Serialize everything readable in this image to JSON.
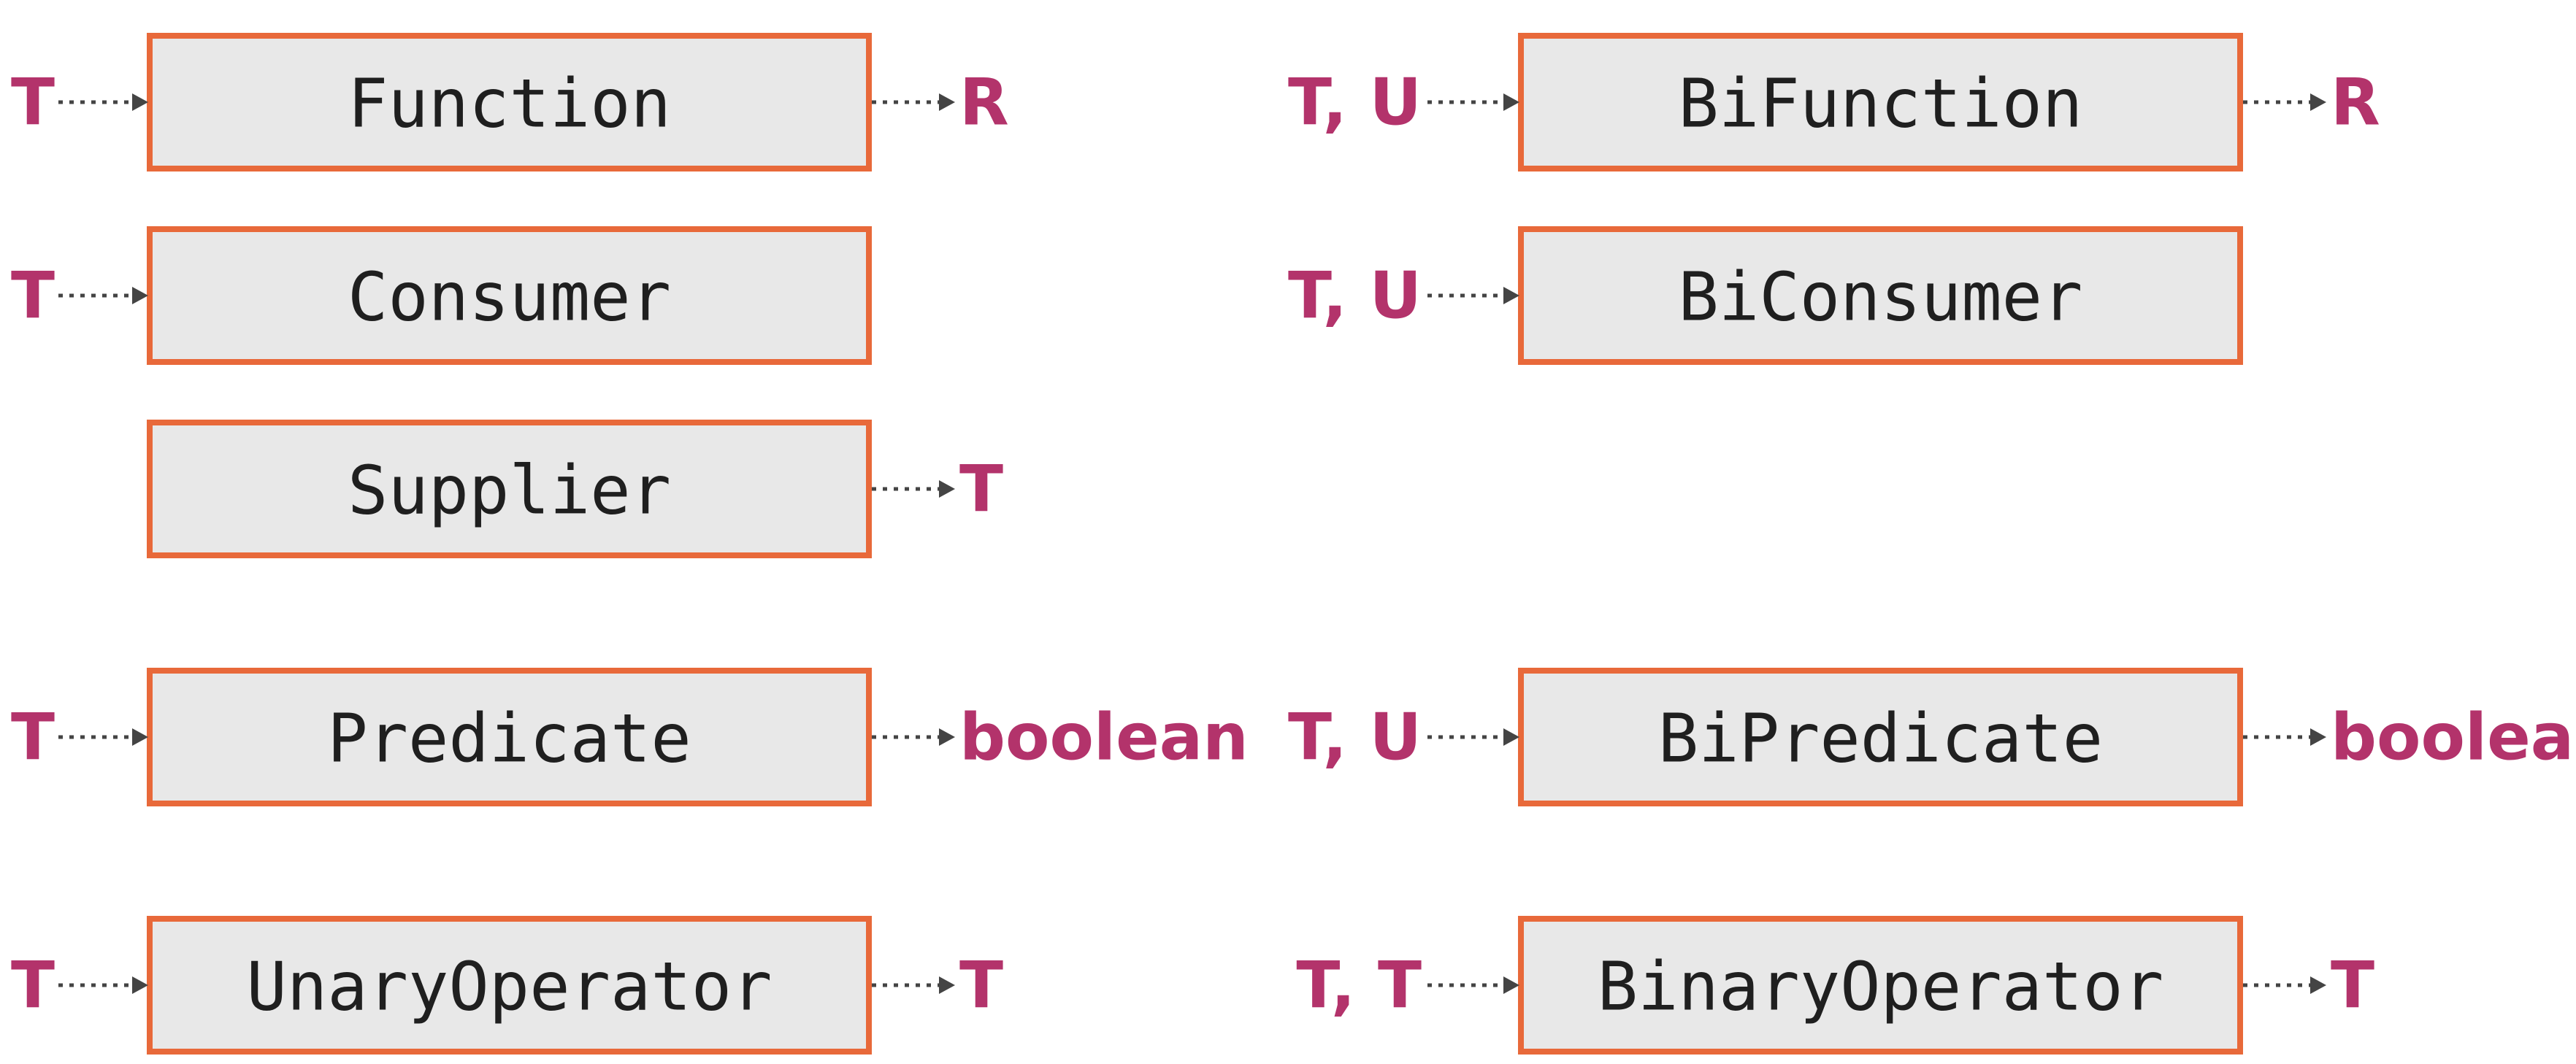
{
  "colors": {
    "box_fill": "#e8e8e8",
    "box_border": "#e8693a",
    "type_text": "#b3336b",
    "arrow": "#444444",
    "box_text": "#1f1f1f"
  },
  "interfaces": [
    {
      "id": "function",
      "name": "Function",
      "inputs": "T",
      "output": "R"
    },
    {
      "id": "bifunction",
      "name": "BiFunction",
      "inputs": "T, U",
      "output": "R"
    },
    {
      "id": "consumer",
      "name": "Consumer",
      "inputs": "T",
      "output": ""
    },
    {
      "id": "biconsumer",
      "name": "BiConsumer",
      "inputs": "T, U",
      "output": ""
    },
    {
      "id": "supplier",
      "name": "Supplier",
      "inputs": "",
      "output": "T"
    },
    {
      "id": "predicate",
      "name": "Predicate",
      "inputs": "T",
      "output": "boolean"
    },
    {
      "id": "bipredicate",
      "name": "BiPredicate",
      "inputs": "T, U",
      "output": "boolean"
    },
    {
      "id": "unaryoperator",
      "name": "UnaryOperator",
      "inputs": "T",
      "output": "T"
    },
    {
      "id": "binaryoperator",
      "name": "BinaryOperator",
      "inputs": "T, T",
      "output": "T"
    }
  ]
}
